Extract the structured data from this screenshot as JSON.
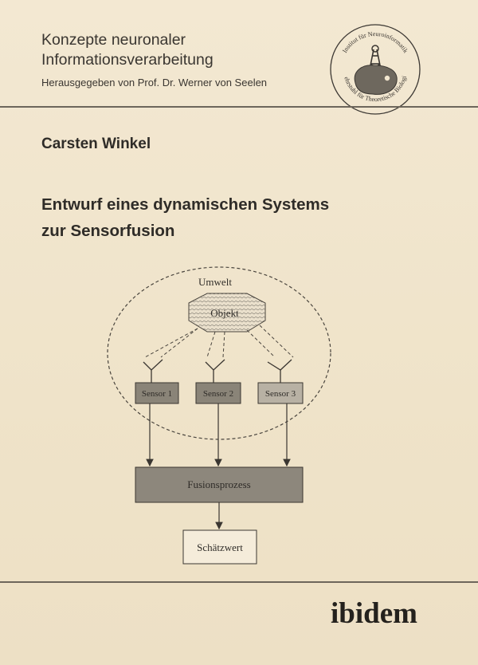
{
  "series": {
    "line1": "Konzepte neuronaler",
    "line2": "Informationsverarbeitung",
    "editor": "Herausgegeben von Prof. Dr. Werner von Seelen"
  },
  "logo": {
    "top_text": "Institut für Neuroinformatik",
    "bottom_text": "Lehrstuhl für Theoretische Biologie"
  },
  "author": "Carsten Winkel",
  "title": {
    "line1": "Entwurf eines dynamischen Systems",
    "line2": "zur Sensorfusion"
  },
  "diagram": {
    "environment_label": "Umwelt",
    "object_label": "Objekt",
    "sensors": [
      "Sensor 1",
      "Sensor 2",
      "Sensor 3"
    ],
    "fusion_label": "Fusionsprozess",
    "estimate_label": "Schätzwert"
  },
  "publisher": "ibidem",
  "colors": {
    "background": "#f1e6cf",
    "text": "#2f2c28",
    "sensor_dark": "#8a8478",
    "sensor_light": "#b8b1a4",
    "fusion_box": "#8d877c"
  }
}
